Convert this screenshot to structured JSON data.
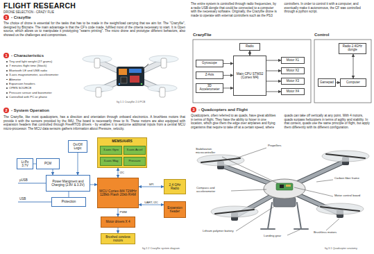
{
  "diagram": {
    "title": "FLIGHT RESEARCH",
    "nodes": [
      {
        "text": [
          "1",
          "- Crazyflie"
        ]
      },
      {
        "text": [
          "1",
          "- Characteristics"
        ]
      },
      {
        "text": [
          "2",
          "- System Operation"
        ]
      },
      {
        "text": [
          "3",
          "- Quadcopters and Flight"
        ]
      },
      {
        "text": [
          "On/Off Logic"
        ]
      },
      {
        "text": [
          "Li-Po 3.7V"
        ]
      },
      {
        "text": [
          "PCM"
        ]
      },
      {
        "text": [
          "Power Mangment and Charging (2.8V & 3.3V)"
        ]
      },
      {
        "text": [
          "Protection"
        ]
      },
      {
        "text": [
          "MEMS/AHRS"
        ]
      },
      {
        "text": [
          "3-axis Gyro"
        ],
        "in": 9
      },
      {
        "text": [
          "3-axis Accel"
        ],
        "in": 9
      },
      {
        "text": [
          "3-axis Mag"
        ],
        "in": 9
      },
      {
        "text": [
          "Pressure"
        ],
        "in": 9
      },
      {
        "text": [
          "MCU Cortex-M4 72MHz 128kb Flash 20kb RAM"
        ]
      },
      {
        "text": [
          "2.4 GHz Radio"
        ]
      },
      {
        "text": [
          "Expansion header"
        ]
      },
      {
        "text": [
          "Motor drivers X 4"
        ]
      },
      {
        "text": [
          "Brushed coreless motors"
        ]
      },
      {
        "text": [
          "Radio"
        ]
      },
      {
        "text": [
          "Gyroscope"
        ]
      },
      {
        "text": [
          "Z-Axis"
        ]
      },
      {
        "text": [
          "3D Accelerometer"
        ]
      },
      {
        "text": [
          "Main CPU STM32 (Cortex M4)"
        ]
      },
      {
        "text": [
          "Motor X1"
        ]
      },
      {
        "text": [
          "Motor X2"
        ]
      },
      {
        "text": [
          "Motor X3"
        ]
      },
      {
        "text": [
          "Motor X4"
        ]
      },
      {
        "text": [
          "Radio 2.4GHz dongle"
        ]
      },
      {
        "text": [
          "Gamepad"
        ]
      },
      {
        "text": [
          "Computer"
        ]
      }
    ],
    "edges": [
      {
        "from": 4,
        "to": 7,
        "arrow": "to"
      },
      {
        "from": 5,
        "to": 6,
        "arrow": "none"
      },
      {
        "from": 6,
        "to": 7,
        "arrow": "to"
      },
      {
        "from": 8,
        "to": 7,
        "arrow": "none"
      },
      {
        "from": 9,
        "to": 14,
        "label": "I2C",
        "arrow": "both"
      },
      {
        "from": 7,
        "to": 14,
        "arrow": "to"
      },
      {
        "from": 14,
        "to": 15,
        "label": "SPI",
        "arrow": "both"
      },
      {
        "from": 14,
        "to": 16,
        "label": "UART, I2C",
        "arrow": "both"
      },
      {
        "from": 14,
        "to": 17,
        "label": "PWM",
        "arrow": "to"
      },
      {
        "from": 17,
        "to": 18,
        "arrow": "to"
      },
      {
        "from": 19,
        "to": 23,
        "arrow": "both"
      },
      {
        "from": 20,
        "to": 23,
        "arrow": "to"
      },
      {
        "from": 21,
        "to": 23,
        "arrow": "to"
      },
      {
        "from": 22,
        "to": 23,
        "arrow": "to"
      },
      {
        "from": 23,
        "to": 24,
        "arrow": "to"
      },
      {
        "from": 23,
        "to": 25,
        "arrow": "to"
      },
      {
        "from": 23,
        "to": 26,
        "arrow": "to"
      },
      {
        "from": 23,
        "to": 27,
        "arrow": "to"
      },
      {
        "from": 28,
        "to": 30,
        "arrow": "both"
      },
      {
        "from": 29,
        "to": 30,
        "arrow": "to"
      }
    ],
    "labels": [
      "DRONE SELECTION - CRAZY FLIE",
      "The choice of drone is essential for the tasks that has to be made in the weight/load carrying that we aim for. The \"Crazyflie\", designed by Bitcraze. The main advantage is that the CF's code made, fulfilled most of the criteria necessary to start. It is Open source, which allows us to manipulate it prototyping \"swarm printing\". The micro drone and prototype different behaviors, also showed us the challenges and compromises.",
      "Tiny and light weight (27 grams)",
      "7 minutes flight time (Stock)",
      "Bluetooth LE and USB radio",
      "3-axis magnetometer, accelerometer",
      "Altimeter",
      "Expansion headers",
      "OPEN SOURCE",
      "Pressure sensor and barometer",
      "Controlled with PC or phone",
      "fig 1.1 Crazyflie 2.0 PCB",
      "The Crazyflie, like most quadcopters, has a direction and orientation through onboard electronics. A brushless motors that provide it with the sensors provided by the IMU. The board is necessarily three to fit. These motors are also equipped with expansion headers that controlled through FreeRTOS drivers - by enables it to welcome additional inputs from a central MCU micro-processor. The MCU data sensors gathers information about Pressure, velocity.",
      "μUSB",
      "USB",
      "fig 2.2 Crazyflie system diagram",
      "The entire system is controlled through radio frequencies, by a radio USB dongle that could be connected to a computer with the necessary software. Originally, the Crazyflie drone is made to operate with external controllers such as the PS3 controllers. In order to control it with a computer, and eventually make it autonomous, the CF was controlled through a python script.",
      "CrazyFlie",
      "Control",
      "Quadcopters, often referred to as quads, have great abilities in terms of flight. They have the ability to hover in one location, which give them the edge over airplanes and flying organisms that require to take off at a certain speed, where quads can take off vertically at any point. With 4 motors, quads surpass helicopters in terms of agility and stability. In that context, quads use the same principle of flight, but apply them differently with its different configuration.",
      "Stabilization microcontroller",
      "Propellers",
      "Carbon fiber frame",
      "Motor control board",
      "Compass and accelerometer",
      "Lithium polymer battery",
      "Brushless motors",
      "Landing gear",
      "fig 3.1 Quadcopter anatomy"
    ]
  }
}
